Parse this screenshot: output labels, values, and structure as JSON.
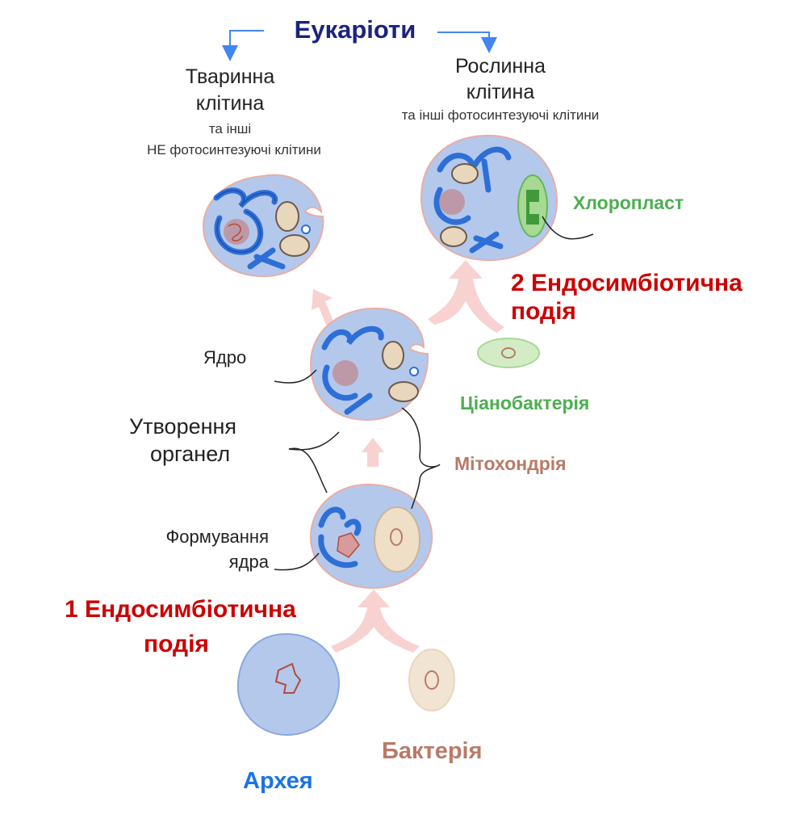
{
  "title": "Еукаріоти",
  "animal_cell": {
    "line1": "Тваринна",
    "line2": "клітина",
    "note1": "та інші",
    "note2": "НЕ фотосинтезуючі клітини"
  },
  "plant_cell": {
    "line1": "Рослинна",
    "line2": "клітина",
    "note": "та інші фотосинтезуючі клітини"
  },
  "labels": {
    "chloroplast": "Хлоропласт",
    "nucleus": "Ядро",
    "organelle_line1": "Утворення",
    "organelle_line2": "органел",
    "mitochondrion": "Мітохондрія",
    "cyanobacterium": "Ціанобактерія",
    "nucleus_formation_line1": "Формування",
    "nucleus_formation_line2": "ядра",
    "bacterium": "Бактерія",
    "archaea": "Архея"
  },
  "events": {
    "second_line1": "2 Ендосимбіотична",
    "second_line2": "подія",
    "first_line1": "1 Ендосимбіотична",
    "first_line2": "подія"
  },
  "colors": {
    "title": "#1a237e",
    "arrow_blue": "#4285f4",
    "event_red": "#cc0000",
    "green": "#4caf50",
    "brown": "#b97a68",
    "archaea_blue": "#1a73e8",
    "cell_fill": "#b4c8ec",
    "cell_border": "#e8aea4",
    "er_blue": "#2d6fd6",
    "growth_arrow": "#f6c6c6"
  }
}
